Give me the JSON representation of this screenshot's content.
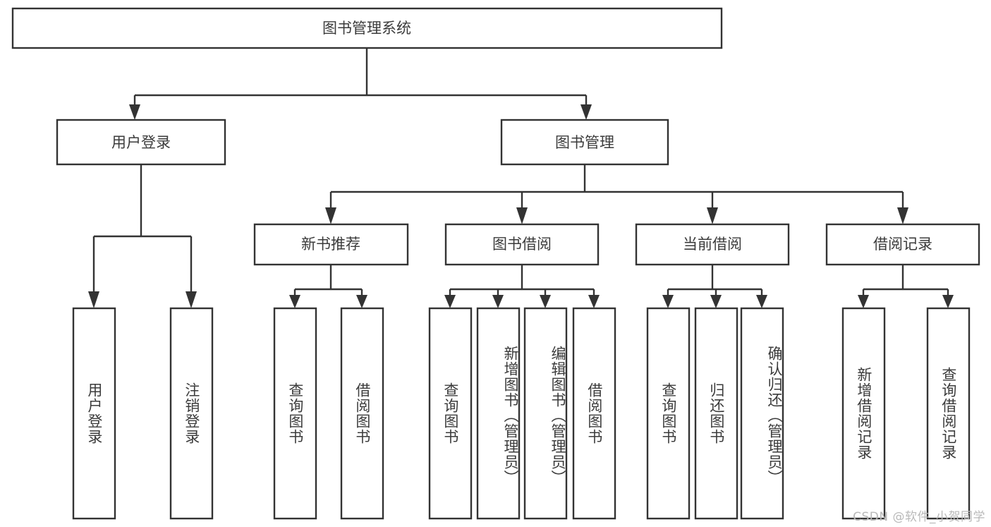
{
  "diagram": {
    "title": "图书管理系统",
    "type": "tree-hierarchy",
    "orientation": "top-down",
    "theme": {
      "background": "#ffffff",
      "box_fill": "#ffffff",
      "box_stroke": "#333333",
      "text_color": "#3b3b3b",
      "connector_color": "#333333",
      "watermark_color": "#b9b9b9"
    },
    "root": {
      "label": "图书管理系统",
      "orientation": "horizontal"
    },
    "level2": [
      {
        "label": "用户登录",
        "orientation": "horizontal"
      },
      {
        "label": "图书管理",
        "orientation": "horizontal"
      }
    ],
    "level3": [
      {
        "label": "新书推荐",
        "orientation": "horizontal"
      },
      {
        "label": "图书借阅",
        "orientation": "horizontal"
      },
      {
        "label": "当前借阅",
        "orientation": "horizontal"
      },
      {
        "label": "借阅记录",
        "orientation": "horizontal"
      }
    ],
    "leaves": {
      "user_login": [
        {
          "label": "用户登录",
          "orientation": "vertical"
        },
        {
          "label": "注销登录",
          "orientation": "vertical"
        }
      ],
      "new_book_recommend": [
        {
          "label": "查询图书",
          "orientation": "vertical"
        },
        {
          "label": "借阅图书",
          "orientation": "vertical"
        }
      ],
      "book_borrow": [
        {
          "label": "查询图书",
          "orientation": "vertical"
        },
        {
          "label": "新增图书（管理员）",
          "orientation": "vertical"
        },
        {
          "label": "编辑图书（管理员）",
          "orientation": "vertical"
        },
        {
          "label": "借阅图书",
          "orientation": "vertical"
        }
      ],
      "current_borrow": [
        {
          "label": "查询图书",
          "orientation": "vertical"
        },
        {
          "label": "归还图书",
          "orientation": "vertical"
        },
        {
          "label": "确认归还（管理员）",
          "orientation": "vertical"
        }
      ],
      "borrow_record": [
        {
          "label": "新增借阅记录",
          "orientation": "vertical"
        },
        {
          "label": "查询借阅记录",
          "orientation": "vertical"
        }
      ]
    }
  },
  "watermark": {
    "text": "CSDN @软件_小贺同学"
  }
}
